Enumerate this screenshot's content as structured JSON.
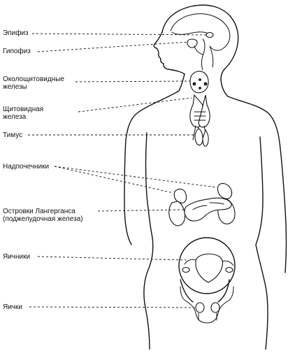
{
  "labels": {
    "epiphysis": "Эпифиз",
    "hypophysis": "Гипофиз",
    "parathyroid": "Околощитовидные\nжелезы",
    "thyroid": "Щитовидная\nжелеза",
    "thymus": "Тимус",
    "adrenal": "Надпочечники",
    "islets": "Островки Лангерганса\n(поджелудочная железа)",
    "ovaries": "Яичники",
    "testes": "Яички"
  }
}
